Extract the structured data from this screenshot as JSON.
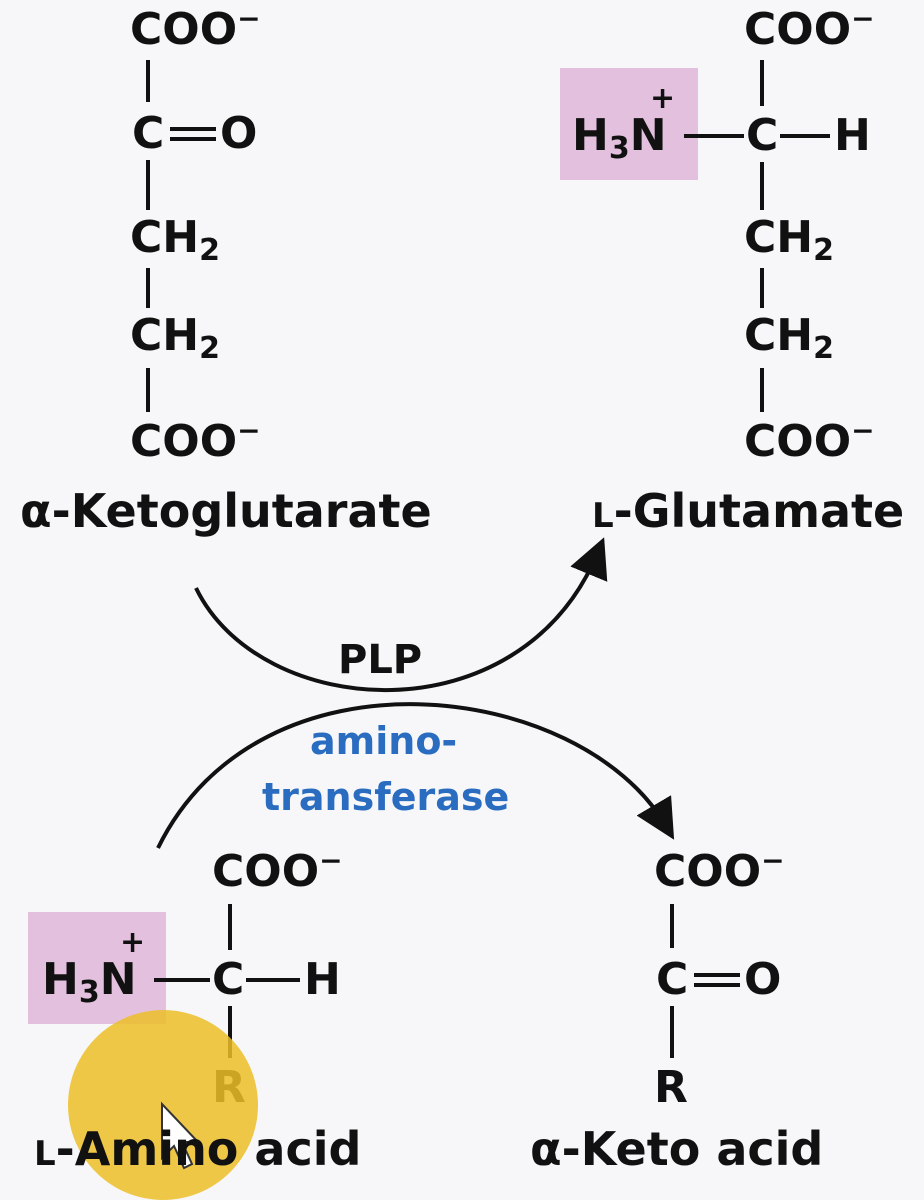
{
  "top_left": {
    "coo_top": "COO",
    "c_keto": "C",
    "o_keto": "O",
    "ch2_a": "CH",
    "ch2_b": "CH",
    "sub2": "2",
    "coo_bottom": "COO",
    "name": "α-Ketoglutarate"
  },
  "top_right": {
    "coo_top": "COO",
    "h3n": "H",
    "h3n_sub": "3",
    "n": "N",
    "c": "C",
    "h": "H",
    "ch2_a": "CH",
    "ch2_b": "CH",
    "sub2": "2",
    "coo_bottom": "COO",
    "name_prefix": "L",
    "name": "-Glutamate"
  },
  "center": {
    "cofactor": "PLP",
    "enzyme_line1": "amino-",
    "enzyme_line2": "transferase"
  },
  "bottom_left": {
    "coo_top": "COO",
    "h3n": "H",
    "h3n_sub": "3",
    "n": "N",
    "c": "C",
    "h": "H",
    "r": "R",
    "name_prefix": "L",
    "name": "-Amino acid"
  },
  "bottom_right": {
    "coo_top": "COO",
    "c_keto": "C",
    "o_keto": "O",
    "r": "R",
    "name": "α-Keto acid"
  },
  "charges": {
    "minus": "−",
    "plus": "+"
  },
  "colors": {
    "highlight": "#e3c1de",
    "enzyme_text": "#2a6cc0",
    "cursor": "#ecbe28"
  }
}
